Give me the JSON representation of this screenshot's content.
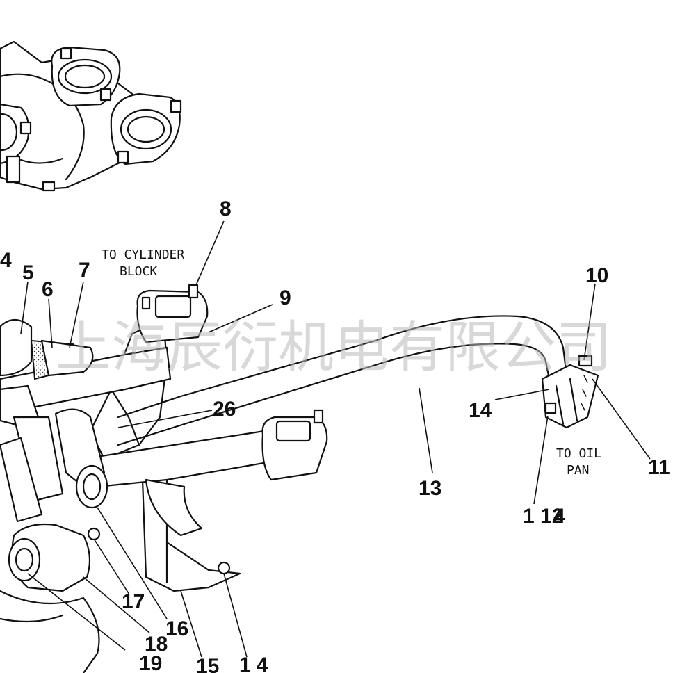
{
  "diagram": {
    "callouts": [
      {
        "id": "c8",
        "text": "8"
      },
      {
        "id": "c9",
        "text": "9"
      },
      {
        "id": "c10",
        "text": "10"
      },
      {
        "id": "c11",
        "text": "11"
      },
      {
        "id": "c13",
        "text": "13"
      },
      {
        "id": "c14a",
        "text": "14"
      },
      {
        "id": "c112",
        "text": "1 12"
      },
      {
        "id": "c4r",
        "text": "4"
      },
      {
        "id": "c4l",
        "text": "4"
      },
      {
        "id": "c5",
        "text": "5"
      },
      {
        "id": "c6",
        "text": "6"
      },
      {
        "id": "c7",
        "text": "7"
      },
      {
        "id": "c26",
        "text": "26"
      },
      {
        "id": "c17",
        "text": "17"
      },
      {
        "id": "c16",
        "text": "16"
      },
      {
        "id": "c18",
        "text": "18"
      },
      {
        "id": "c19",
        "text": "19"
      },
      {
        "id": "c15",
        "text": "15"
      },
      {
        "id": "c14b",
        "text": "1 4"
      }
    ],
    "notes": {
      "to_cylinder_block_line1": "TO CYLINDER",
      "to_cylinder_block_line2": "BLOCK",
      "to_oil_pan_line1": "TO OIL",
      "to_oil_pan_line2": "PAN"
    },
    "watermark": "上海辰衍机电有限公司"
  }
}
